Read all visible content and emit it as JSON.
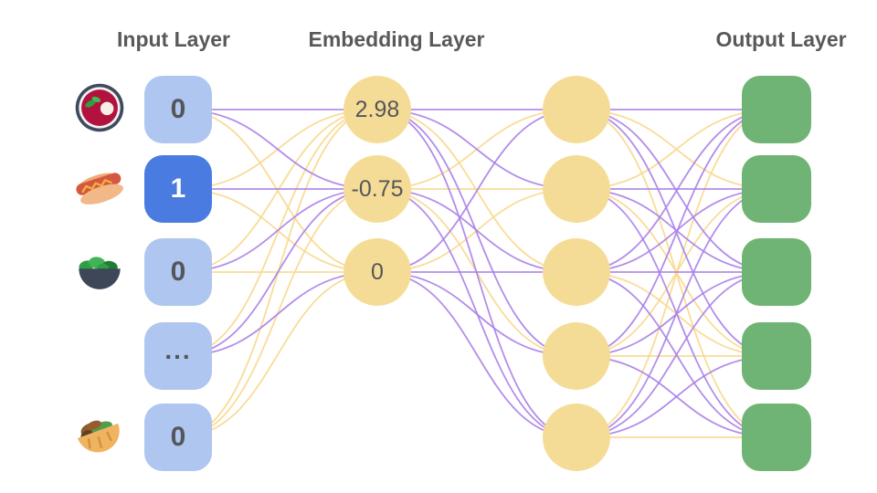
{
  "titles": {
    "input": "Input Layer",
    "embedding": "Embedding Layer",
    "output": "Output Layer"
  },
  "palette": {
    "input_node": "#aec6f0",
    "input_node_active": "#4a7be0",
    "embedding_node": "#f5dc96",
    "hidden_node": "#f5dc96",
    "output_node": "#6fb474",
    "value_text": "#55565a",
    "active_value_text": "#ffffff",
    "title_text": "#595959",
    "edge_purple": "#ab82e8",
    "edge_yellow": "#f8d88e"
  },
  "input_layer": {
    "title": "Input Layer",
    "nodes": [
      {
        "icon": "borscht",
        "value": "0",
        "active": false
      },
      {
        "icon": "hot-dog",
        "value": "1",
        "active": true
      },
      {
        "icon": "salad",
        "value": "0",
        "active": false
      },
      {
        "icon": null,
        "value": "...",
        "active": false
      },
      {
        "icon": "pita",
        "value": "0",
        "active": false
      }
    ]
  },
  "embedding_layer": {
    "title": "Embedding Layer",
    "nodes": [
      {
        "value": "2.98"
      },
      {
        "value": "-0.75"
      },
      {
        "value": "0"
      }
    ]
  },
  "hidden_layer": {
    "node_count": 5
  },
  "output_layer": {
    "title": "Output Layer",
    "node_count": 5
  },
  "edges": {
    "input_to_embedding": [
      [
        "p",
        "p",
        "y"
      ],
      [
        "y",
        "p",
        "y"
      ],
      [
        "y",
        "p",
        "y"
      ],
      [
        "y",
        "p",
        "p"
      ],
      [
        "y",
        "y",
        "y"
      ]
    ],
    "embedding_to_hidden": [
      [
        "p",
        "p",
        "y",
        "p",
        "p"
      ],
      [
        "y",
        "y",
        "p",
        "y",
        "p"
      ],
      [
        "p",
        "y",
        "p",
        "p",
        "p"
      ]
    ],
    "hidden_to_output": [
      [
        "p",
        "y",
        "p",
        "p",
        "y"
      ],
      [
        "y",
        "p",
        "p",
        "y",
        "p"
      ],
      [
        "p",
        "p",
        "p",
        "y",
        "p"
      ],
      [
        "p",
        "y",
        "p",
        "y",
        "p"
      ],
      [
        "y",
        "p",
        "p",
        "p",
        "y"
      ]
    ]
  }
}
